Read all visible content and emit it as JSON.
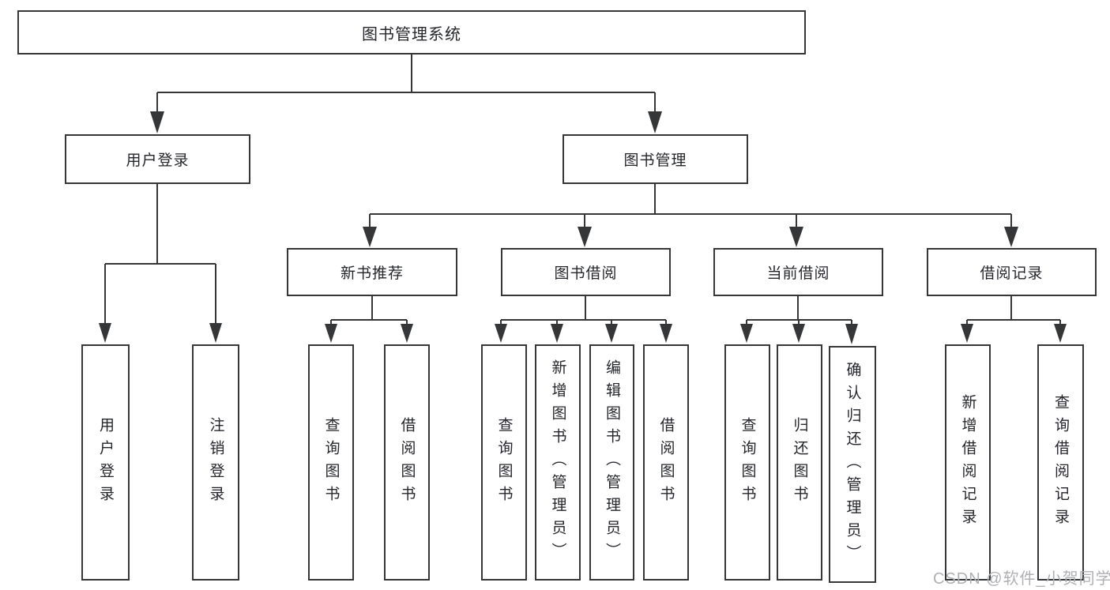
{
  "colors": {
    "line": "#343638",
    "box_border": "#343638",
    "text": "#24262b",
    "watermark": "#aeb0b4",
    "background": "#ffffff"
  },
  "watermark": "CSDN @软件_小贺同学",
  "tree": {
    "root": "图书管理系统",
    "branches": [
      {
        "label": "用户登录",
        "children": [
          {
            "label": "用户登录"
          },
          {
            "label": "注销登录"
          }
        ]
      },
      {
        "label": "图书管理",
        "groups": [
          {
            "label": "新书推荐",
            "children": [
              {
                "label": "查询图书"
              },
              {
                "label": "借阅图书"
              }
            ]
          },
          {
            "label": "图书借阅",
            "children": [
              {
                "label": "查询图书"
              },
              {
                "label": "新增图书（管理员）"
              },
              {
                "label": "编辑图书（管理员）"
              },
              {
                "label": "借阅图书"
              }
            ]
          },
          {
            "label": "当前借阅",
            "children": [
              {
                "label": "查询图书"
              },
              {
                "label": "归还图书"
              },
              {
                "label": "确认归还（管理员）"
              }
            ]
          },
          {
            "label": "借阅记录",
            "children": [
              {
                "label": "新增借阅记录"
              },
              {
                "label": "查询借阅记录"
              }
            ]
          }
        ]
      }
    ]
  }
}
